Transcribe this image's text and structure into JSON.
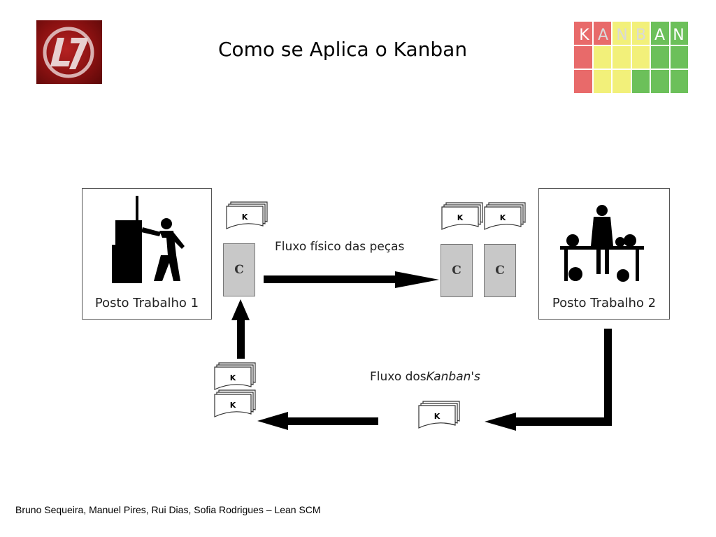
{
  "title": "Como se Aplica o Kanban",
  "logo_left": {
    "glyph": "L7"
  },
  "kanban_logo": {
    "letters": [
      "K",
      "A",
      "N",
      "B",
      "A",
      "N"
    ],
    "colors": {
      "red": "#e86a6a",
      "yellow": "#f2f07a",
      "green": "#6cc05a"
    }
  },
  "diagram": {
    "station_1": {
      "label": "Posto Trabalho 1",
      "icon": "worker-at-machine-icon"
    },
    "station_2": {
      "label": "Posto Trabalho 2",
      "icon": "worker-at-bench-icon"
    },
    "container_label": "C",
    "kanban_card_label": "K",
    "physical_flow_label": "Fluxo físico das peças",
    "kanban_flow_label_prefix": "Fluxo dos",
    "kanban_flow_label_italic": "Kanban's"
  },
  "footer": "Bruno Sequeira, Manuel Pires, Rui  Dias, Sofia Rodrigues – Lean SCM"
}
